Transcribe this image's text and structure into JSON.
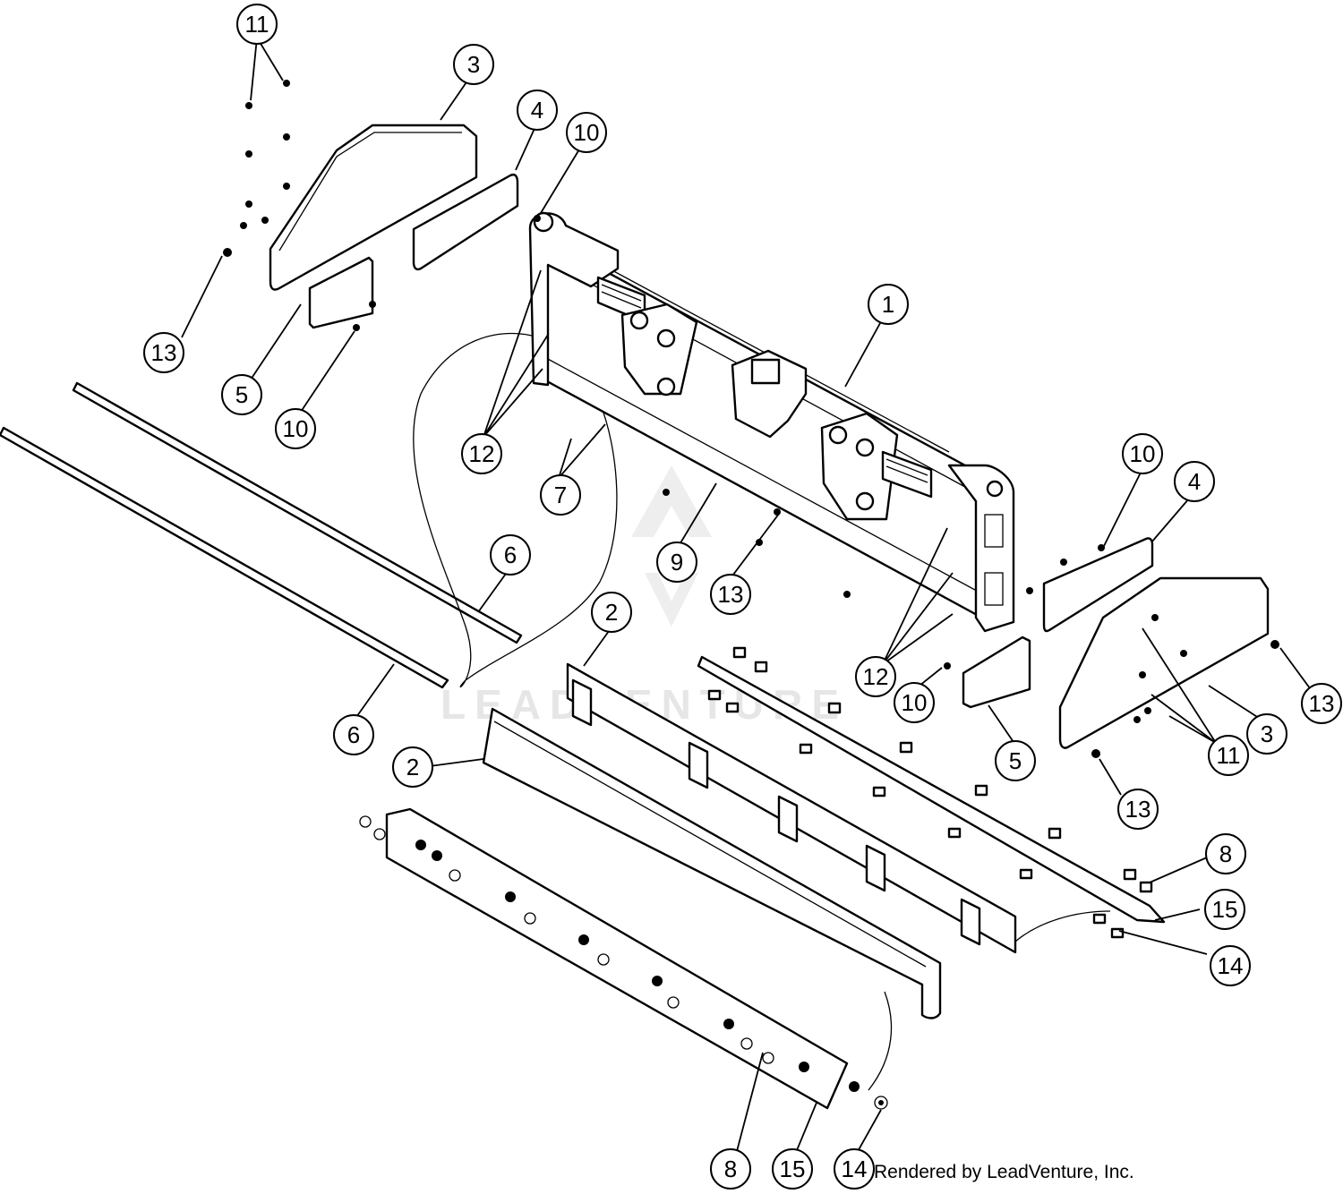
{
  "watermark": "LEADVENTURE",
  "credit": "Rendered by LeadVenture, Inc.",
  "callouts": [
    {
      "id": "c11a",
      "label": "11"
    },
    {
      "id": "c3a",
      "label": "3"
    },
    {
      "id": "c4a",
      "label": "4"
    },
    {
      "id": "c10a",
      "label": "10"
    },
    {
      "id": "c1",
      "label": "1"
    },
    {
      "id": "c13a",
      "label": "13"
    },
    {
      "id": "c5a",
      "label": "5"
    },
    {
      "id": "c10b",
      "label": "10"
    },
    {
      "id": "c12a",
      "label": "12"
    },
    {
      "id": "c7",
      "label": "7"
    },
    {
      "id": "c9",
      "label": "9"
    },
    {
      "id": "c13b",
      "label": "13"
    },
    {
      "id": "c6a",
      "label": "6"
    },
    {
      "id": "c6b",
      "label": "6"
    },
    {
      "id": "c2a",
      "label": "2"
    },
    {
      "id": "c2b",
      "label": "2"
    },
    {
      "id": "c10c",
      "label": "10"
    },
    {
      "id": "c4b",
      "label": "4"
    },
    {
      "id": "c12b",
      "label": "12"
    },
    {
      "id": "c10d",
      "label": "10"
    },
    {
      "id": "c5b",
      "label": "5"
    },
    {
      "id": "c3b",
      "label": "3"
    },
    {
      "id": "c13c",
      "label": "13"
    },
    {
      "id": "c11b",
      "label": "11"
    },
    {
      "id": "c13d",
      "label": "13"
    },
    {
      "id": "c8a",
      "label": "8"
    },
    {
      "id": "c15a",
      "label": "15"
    },
    {
      "id": "c14a",
      "label": "14"
    },
    {
      "id": "c8b",
      "label": "8"
    },
    {
      "id": "c15b",
      "label": "15"
    },
    {
      "id": "c14b",
      "label": "14"
    }
  ]
}
